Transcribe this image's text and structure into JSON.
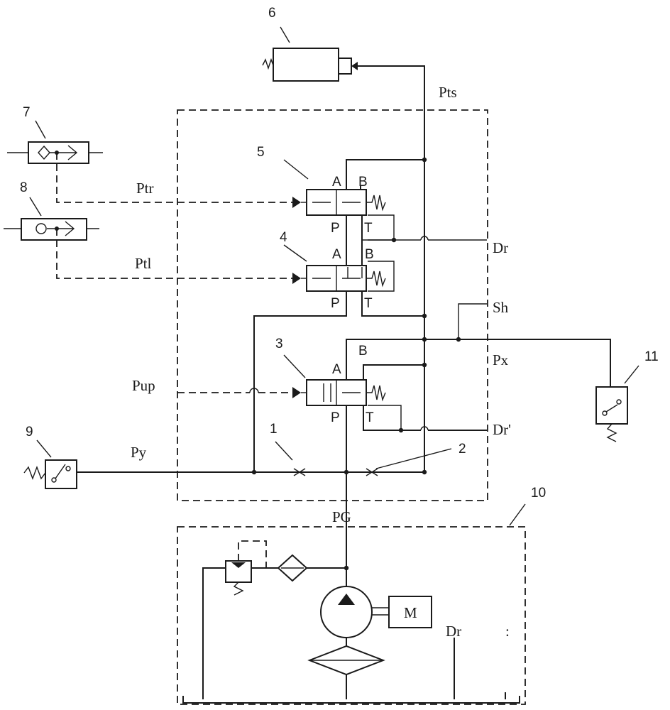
{
  "labels": {
    "pts": "Pts",
    "ptr": "Ptr",
    "ptl": "Ptl",
    "pup": "Pup",
    "py": "Py",
    "dr1": "Dr",
    "sh": "Sh",
    "px": "Px",
    "dr2": "Dr'",
    "pg": "PG",
    "dr3": "Dr",
    "colon": ":"
  },
  "numbers": {
    "n1": "1",
    "n2": "2",
    "n3": "3",
    "n4": "4",
    "n5": "5",
    "n6": "6",
    "n7": "7",
    "n8": "8",
    "n9": "9",
    "n10": "10",
    "n11": "11"
  },
  "ports": {
    "a": "A",
    "b": "B",
    "p": "P",
    "t": "T"
  },
  "motor": "M"
}
